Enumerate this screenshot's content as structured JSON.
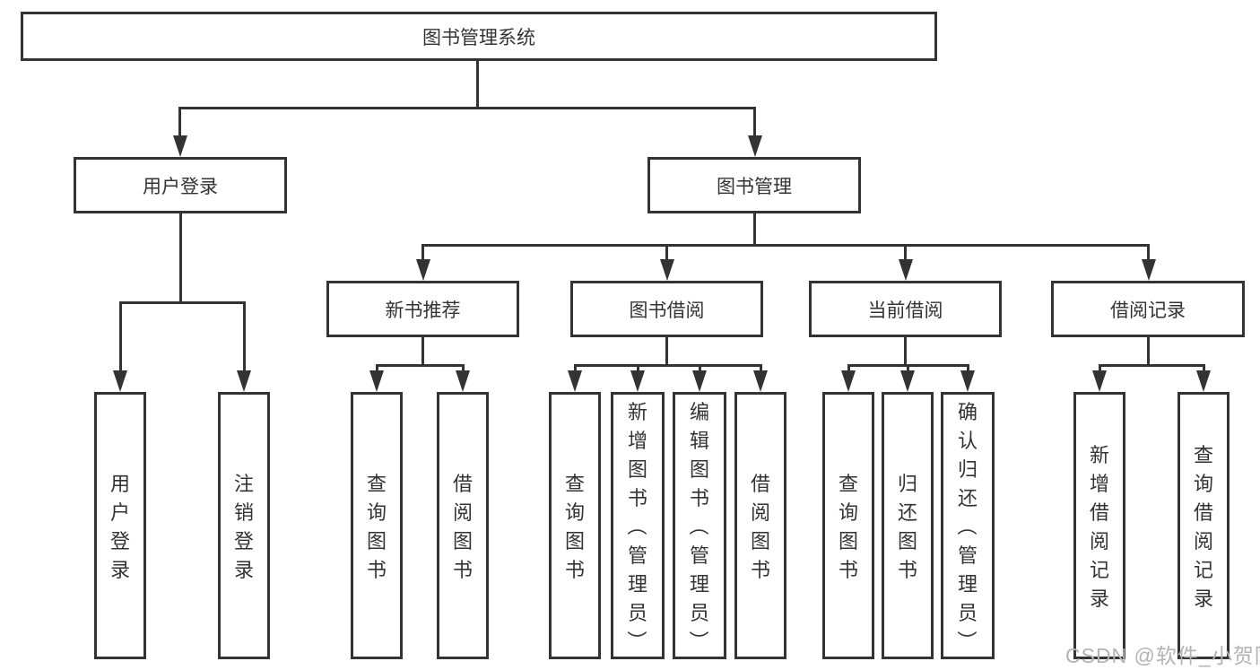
{
  "colors": {
    "line": "#333333",
    "text": "#333333",
    "background": "#ffffff",
    "watermark": "#b3b3b3"
  },
  "root": {
    "label": "图书管理系统"
  },
  "level1": {
    "user_login": {
      "label": "用户登录"
    },
    "book_mgmt": {
      "label": "图书管理"
    }
  },
  "level2": {
    "new_books": {
      "label": "新书推荐"
    },
    "borrowing": {
      "label": "图书借阅"
    },
    "current": {
      "label": "当前借阅"
    },
    "records": {
      "label": "借阅记录"
    }
  },
  "leaves": {
    "user_login_leaf": {
      "label": "用户登录"
    },
    "logout_leaf": {
      "label": "注销登录"
    },
    "nb_query": {
      "label": "查询图书"
    },
    "nb_borrow": {
      "label": "借阅图书"
    },
    "bw_query": {
      "label": "查询图书"
    },
    "bw_add": {
      "label": "新增图书（管理员）"
    },
    "bw_edit": {
      "label": "编辑图书（管理员）"
    },
    "bw_borrow": {
      "label": "借阅图书"
    },
    "cur_query": {
      "label": "查询图书"
    },
    "cur_return": {
      "label": "归还图书"
    },
    "cur_confirm": {
      "label": "确认归还（管理员）"
    },
    "rec_add": {
      "label": "新增借阅记录"
    },
    "rec_query": {
      "label": "查询借阅记录"
    }
  },
  "watermark": {
    "text": "CSDN @软件_小贺同学"
  }
}
